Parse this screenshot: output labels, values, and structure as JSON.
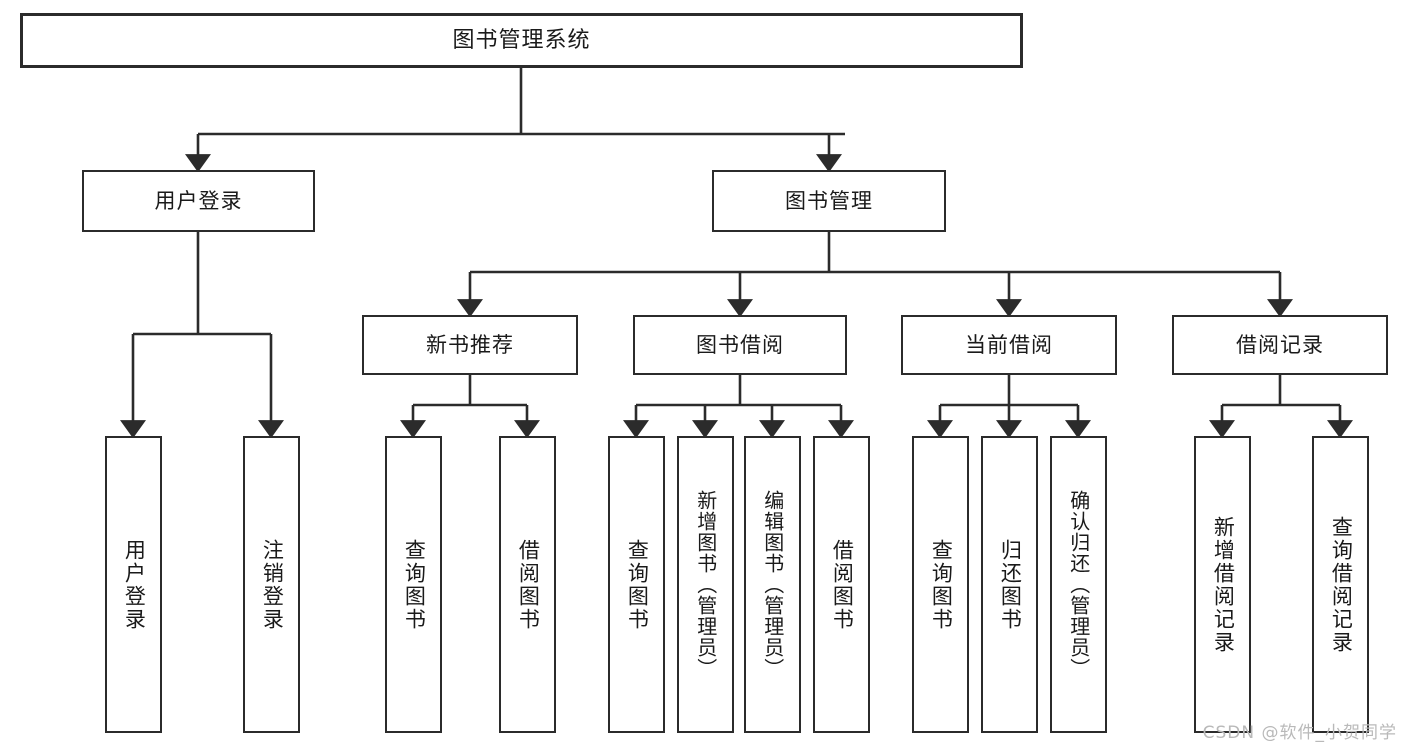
{
  "diagram": {
    "title": "图书管理系统",
    "type": "tree",
    "watermark": "CSDN @软件_小贺同学",
    "colors": {
      "stroke": "#2b2b2b",
      "fill": "#ffffff",
      "text": "#1a1a1a",
      "watermark": "#b9b9b9"
    },
    "root": {
      "label": "图书管理系统"
    },
    "level2": [
      {
        "label": "用户登录"
      },
      {
        "label": "图书管理"
      }
    ],
    "level3": [
      {
        "label": "新书推荐"
      },
      {
        "label": "图书借阅"
      },
      {
        "label": "当前借阅"
      },
      {
        "label": "借阅记录"
      }
    ],
    "leaves": {
      "user_login": [
        {
          "label": "用户登录"
        },
        {
          "label": "注销登录"
        }
      ],
      "new_book": [
        {
          "label": "查询图书"
        },
        {
          "label": "借阅图书"
        }
      ],
      "book_borrow": [
        {
          "label": "查询图书"
        },
        {
          "label": "新增图书（管理员）"
        },
        {
          "label": "编辑图书（管理员）"
        },
        {
          "label": "借阅图书"
        }
      ],
      "current_borrow": [
        {
          "label": "查询图书"
        },
        {
          "label": "归还图书"
        },
        {
          "label": "确认归还（管理员）"
        }
      ],
      "borrow_record": [
        {
          "label": "新增借阅记录"
        },
        {
          "label": "查询借阅记录"
        }
      ]
    }
  }
}
